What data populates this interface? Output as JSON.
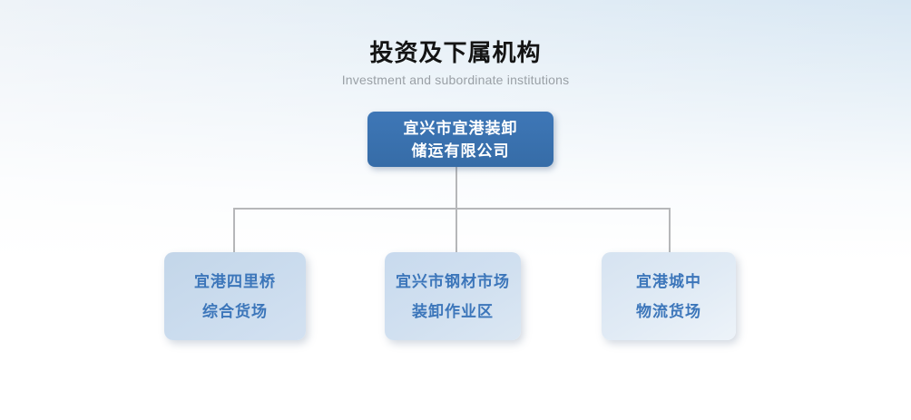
{
  "page": {
    "title": "投资及下属机构",
    "subtitle": "Investment and subordinate institutions"
  },
  "org_chart": {
    "type": "tree",
    "root": {
      "label_line1": "宜兴市宜港装卸",
      "label_line2": "储运有限公司"
    },
    "children": [
      {
        "label_line1": "宜港四里桥",
        "label_line2": "综合货场"
      },
      {
        "label_line1": "宜兴市钢材市场",
        "label_line2": "装卸作业区"
      },
      {
        "label_line1": "宜港城中",
        "label_line2": "物流货场"
      }
    ]
  },
  "colors": {
    "root_box": "#3a72b2",
    "root_text": "#ffffff",
    "child_box_left": "#c9dbec",
    "child_box_middle": "#cfdeef",
    "child_box_right": "#dde8f3",
    "child_text": "#3c76ba",
    "connector": "#b6b7b9",
    "title_text": "#141414",
    "subtitle_text": "#9aa0a6",
    "background_top": "#dfebf5",
    "background_bottom": "#ffffff"
  }
}
